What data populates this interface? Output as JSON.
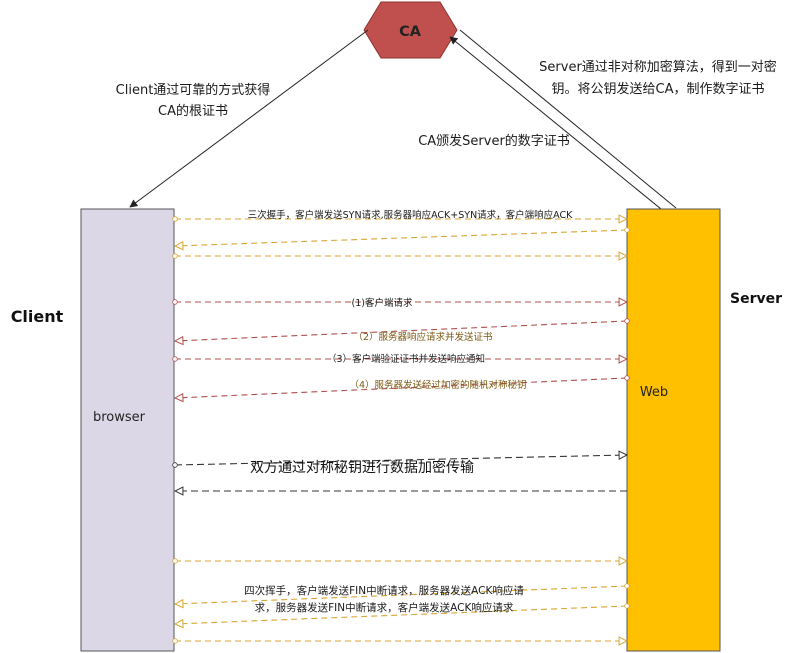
{
  "colors": {
    "ca_fill": "#c0504d",
    "ca_stroke": "#8e3330",
    "browser_fill": "#dcd7e6",
    "web_fill": "#ffc000",
    "handshake": "#d8a630",
    "request": "#b0504c",
    "transfer": "#333333",
    "text": "#1a1a1a",
    "brown_text": "#7a5810"
  },
  "ca": {
    "label": "CA"
  },
  "client": {
    "title": "Client",
    "box_label": "browser"
  },
  "server": {
    "title": "Server",
    "box_label": "Web"
  },
  "notes": {
    "client_ca_line1": "Client通过可靠的方式获得",
    "client_ca_line2": "CA的根证书",
    "server_ca_line1": "Server通过非对称加密算法，得到一对密",
    "server_ca_line2": "钥。将公钥发送给CA，制作数字证书",
    "ca_issue": "CA颁发Server的数字证书"
  },
  "messages": {
    "three_way": "三次握手，客户端发送SYN请求,服务器响应ACK+SYN请求，客户端响应ACK",
    "step1": "(1)客户端请求",
    "step2": "（2）服务器响应请求并发送证书",
    "step3": "（3）客户端验证证书并发送响应通知",
    "step4": "（4）服务器发送经过加密的随机对称秘钥",
    "symmetric": "双方通过对称秘钥进行数据加密传输",
    "four_way_line1": "四次挥手，客户端发送FIN中断请求，服务器发送ACK响应请",
    "four_way_line2": "求，服务器发送FIN中断请求，客户端发送ACK响应请求"
  }
}
